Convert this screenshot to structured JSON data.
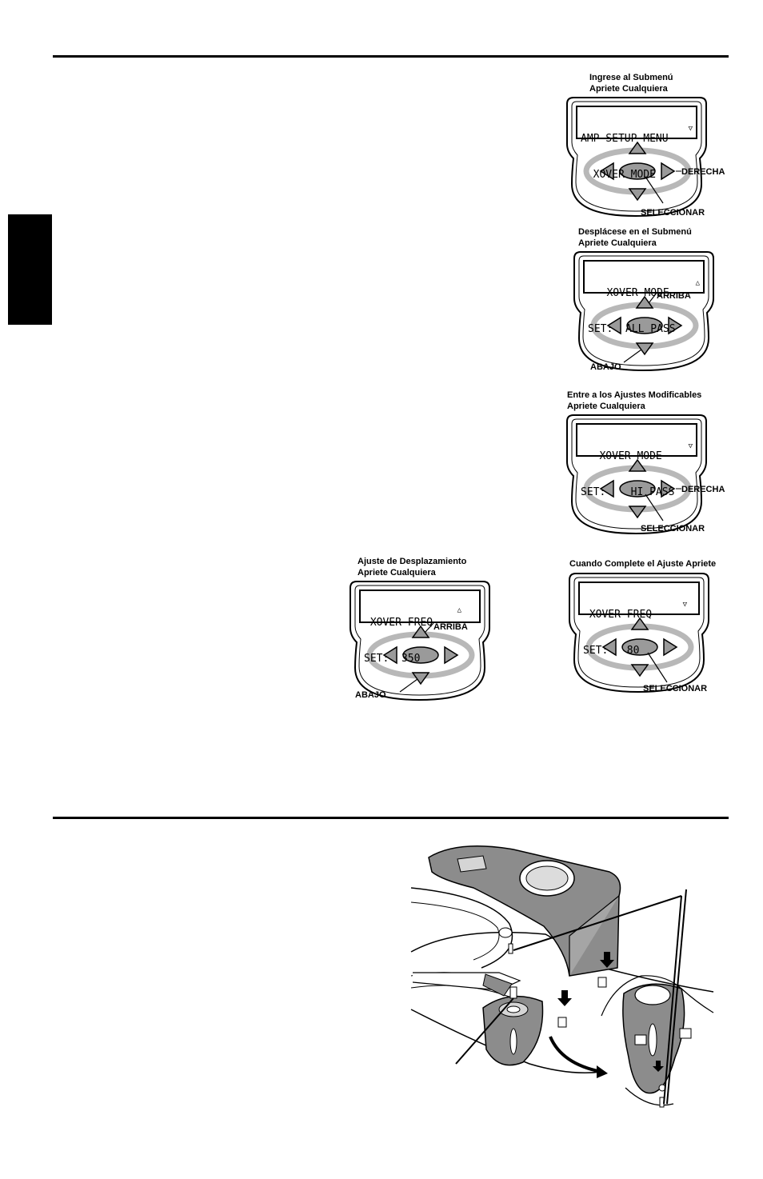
{
  "panels": [
    {
      "caption1": "Ingrese al Submenú",
      "caption2": "Apriete Cualquiera",
      "lcd1": "AMP SETUP MENU",
      "lcd2": "  XOVER MODE",
      "arrow": "down",
      "label_right": "DERECHA",
      "label_select": "SELECCIONAR"
    },
    {
      "caption1": "Desplácese en el Submenú",
      "caption2": "Apriete Cualquiera",
      "lcd1": "   XOVER MODE",
      "lcd2": "SET:  ALL PASS",
      "arrow": "up",
      "label_up": "ARRIBA",
      "label_down": "ABAJO"
    },
    {
      "caption1": "Entre a los Ajustes Modificables",
      "caption2": "Apriete Cualquiera",
      "lcd1": "   XOVER MODE",
      "lcd2": "SET:    HI PASS",
      "arrow": "down",
      "label_right": "DERECHA",
      "label_select": "SELECCIONAR"
    },
    {
      "caption1": "Ajuste de Desplazamiento",
      "caption2": "Apriete Cualquiera",
      "lcd1": " XOVER FREQ",
      "lcd2": "SET:  350",
      "arrow": "up",
      "label_up": "ARRIBA",
      "label_down": "ABAJO"
    },
    {
      "caption1": "Cuando Complete el Ajuste Apriete",
      "caption2": "",
      "lcd1": " XOVER FREQ",
      "lcd2": "SET:   80",
      "arrow": "down",
      "label_select": "SELECCIONAR"
    }
  ],
  "colors": {
    "ink": "#000000",
    "button_fill": "#9a9a9a",
    "ring": "#b8b8b8",
    "housing": "#8c8c8c"
  }
}
